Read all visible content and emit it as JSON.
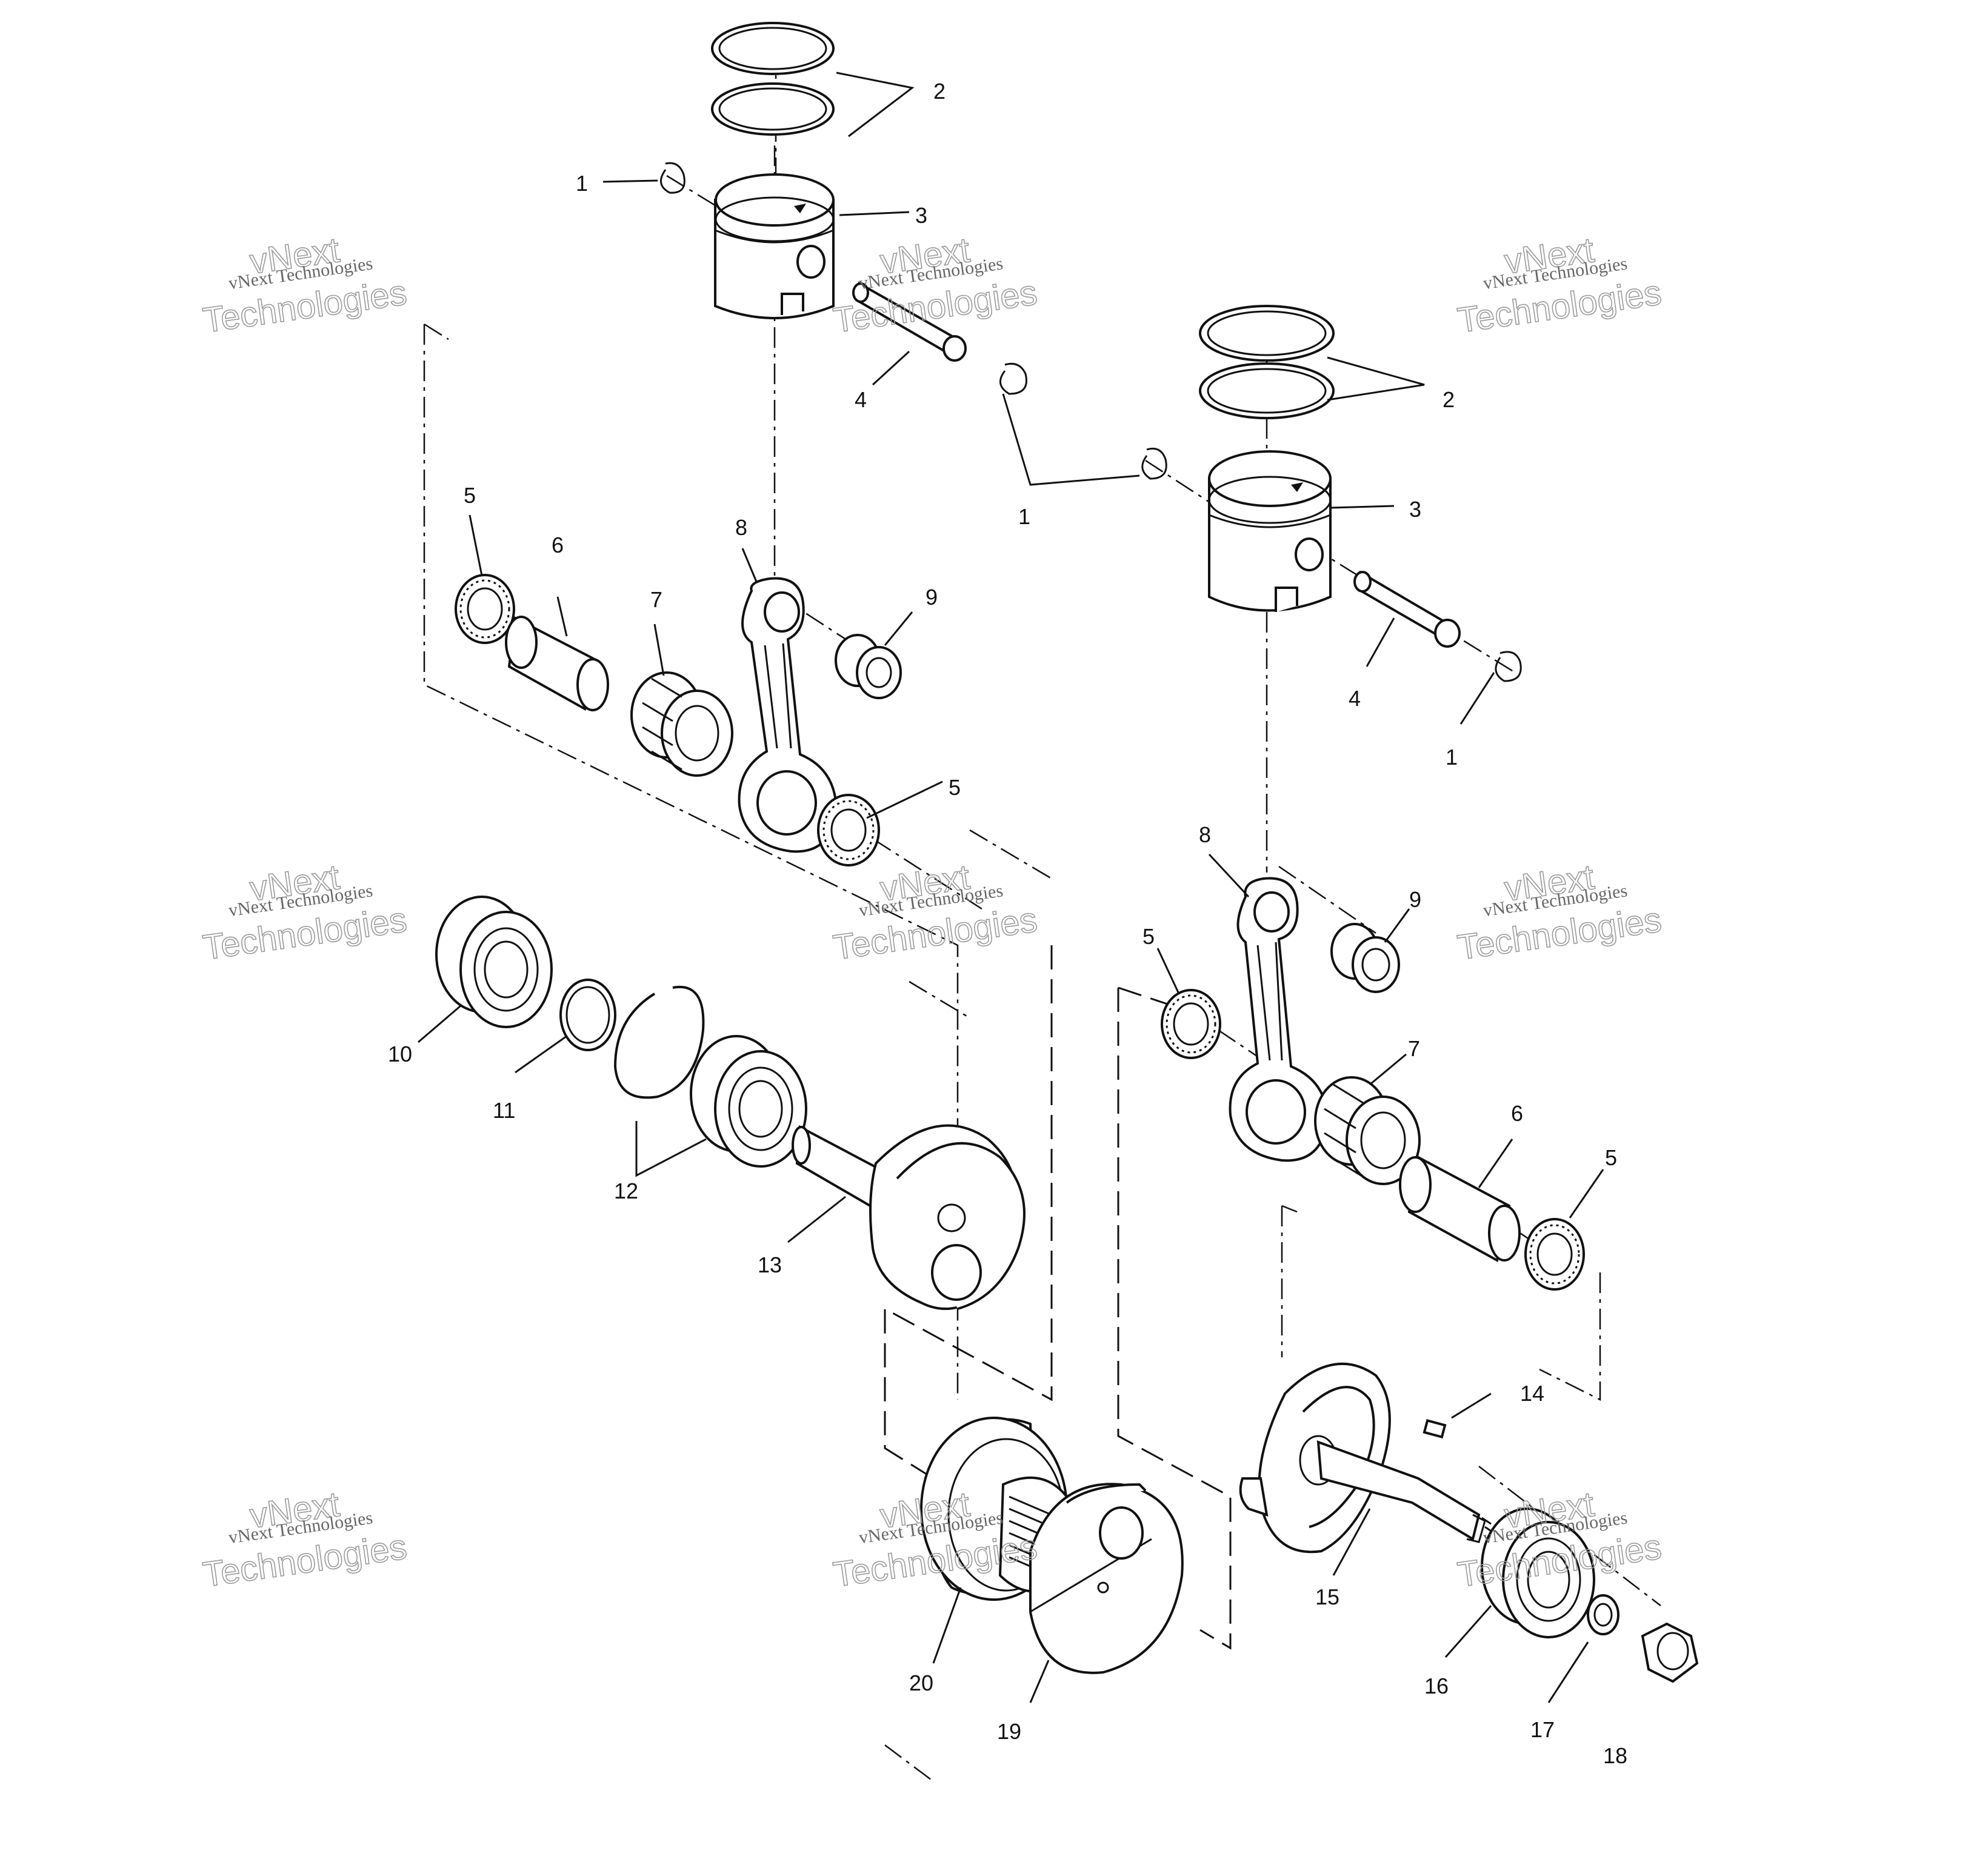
{
  "callouts": {
    "c1a": "1",
    "c2a": "2",
    "c3a": "3",
    "c4a": "4",
    "c1b": "1",
    "c2b": "2",
    "c3b": "3",
    "c4b": "4",
    "c1c": "1",
    "c5a": "5",
    "c6a": "6",
    "c7a": "7",
    "c8a": "8",
    "c9a": "9",
    "c5b": "5",
    "c8b": "8",
    "c9b": "9",
    "c5c": "5",
    "c7b": "7",
    "c6b": "6",
    "c5d": "5",
    "c10": "10",
    "c11": "11",
    "c12": "12",
    "c13": "13",
    "c14": "14",
    "c15": "15",
    "c16": "16",
    "c17": "17",
    "c18": "18",
    "c19": "19",
    "c20": "20"
  },
  "watermark": {
    "line1": "vNext",
    "line2": "vNext Technologies",
    "line3": "Technologies"
  },
  "colors": {
    "ink": "#111111",
    "watermark": "#9a9a9a",
    "background": "#ffffff"
  }
}
